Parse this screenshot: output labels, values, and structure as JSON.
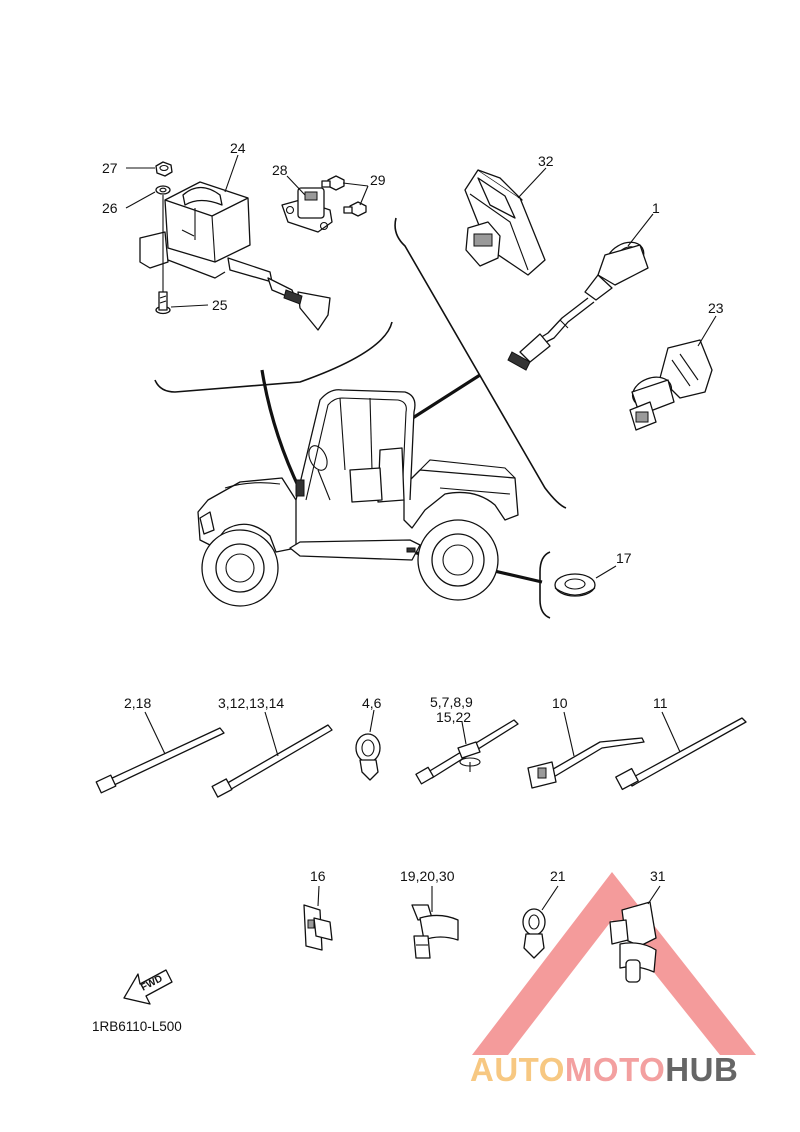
{
  "diagram": {
    "drawing_code": "1RB6110-L500",
    "fwd_label": "FWD",
    "part_labels": {
      "p1": "1",
      "p23": "23",
      "p24": "24",
      "p25": "25",
      "p26": "26",
      "p27": "27",
      "p28": "28",
      "p29": "29",
      "p32": "32",
      "p17": "17",
      "p2_18": "2,18",
      "p3_14": "3,12,13,14",
      "p4_6": "4,6",
      "p5_9": "5,7,8,9",
      "p15_22": "15,22",
      "p10": "10",
      "p11": "11",
      "p16": "16",
      "p19_30": "19,20,30",
      "p21": "21",
      "p31": "31"
    }
  },
  "watermark": {
    "part1": "AUTO",
    "part2": "MOTO",
    "part3": "HUB",
    "colors": {
      "auto": "#f7c882",
      "moto": "#f3a0a0",
      "hub": "#666666",
      "triangle": "#f07a7a"
    }
  }
}
